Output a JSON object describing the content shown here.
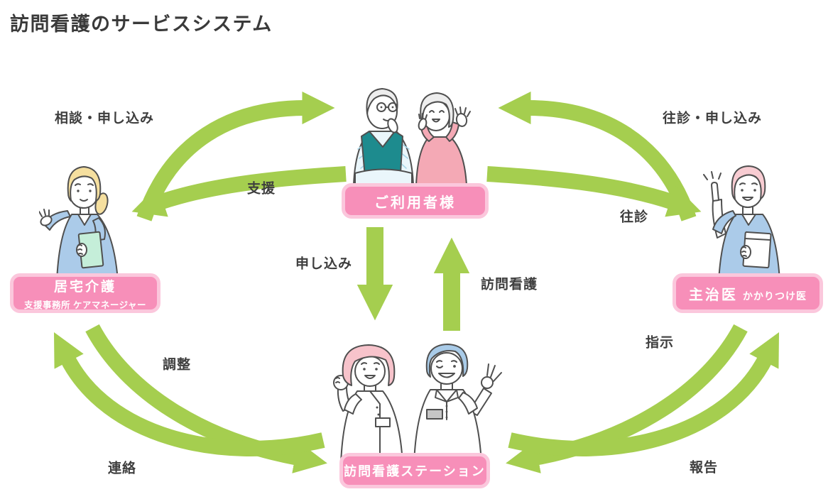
{
  "page": {
    "title": "訪問看護のサービスシステム"
  },
  "nodes": {
    "users": {
      "label": "ご利用者様"
    },
    "care_manager": {
      "label_main": "居宅介護",
      "label_sub": "支援事務所 ケアマネージャー"
    },
    "doctor": {
      "label_main": "主治医",
      "label_sub": "かかりつけ医"
    },
    "station": {
      "label": "訪問看護ステーション"
    }
  },
  "arrow_labels": {
    "consult_apply": "相談・申し込み",
    "support": "支援",
    "housecall_apply": "往診・申し込み",
    "housecall": "往診",
    "apply": "申し込み",
    "visit_nursing": "訪問看護",
    "adjust": "調整",
    "contact": "連絡",
    "instruction": "指示",
    "report": "報告"
  },
  "icons": {
    "users": "elderly-couple-illustration",
    "care_manager": "care-manager-illustration",
    "doctor": "doctor-illustration",
    "station": "nurses-illustration"
  },
  "colors": {
    "arrow_green": "#a5ce4f",
    "label_pink": "#f78fb9",
    "label_pink_border": "#fbc7dc",
    "text_dark": "#3e3e3e"
  }
}
